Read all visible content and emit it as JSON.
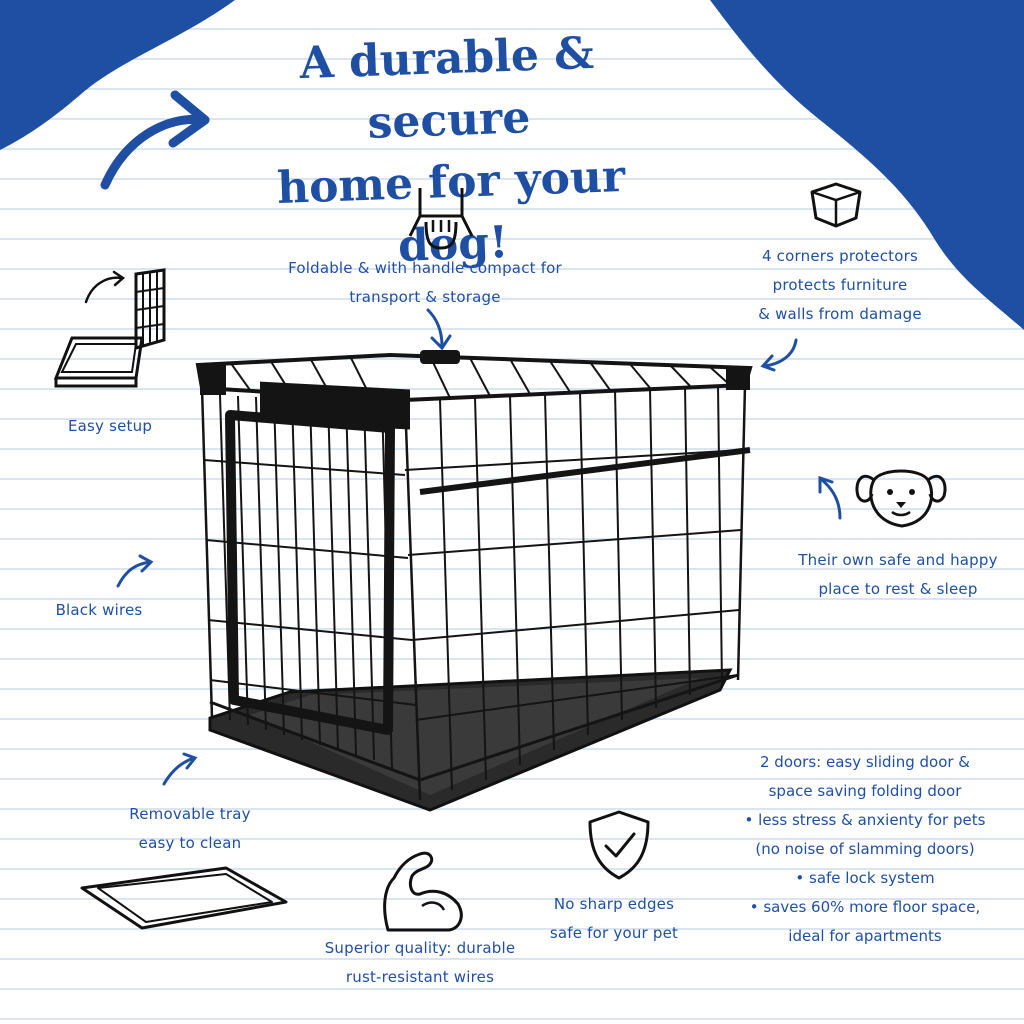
{
  "colors": {
    "brand_blue": "#1f4fa3",
    "line_blue": "#dbe5f1",
    "crate_black": "#141414"
  },
  "headline": {
    "line1": "A durable & secure",
    "line2": "home for your dog!"
  },
  "callouts": {
    "foldable": {
      "line1": "Foldable & with handle compact for",
      "line2": "transport & storage"
    },
    "corners": {
      "line1": "4 corners protectors",
      "line2": "protects furniture",
      "line3": "& walls from damage"
    },
    "easy_setup": "Easy setup",
    "safe_place": {
      "line1": "Their own safe and happy",
      "line2": "place to rest & sleep"
    },
    "black_wires": "Black wires",
    "tray": {
      "line1": "Removable tray",
      "line2": "easy to clean"
    },
    "doors": {
      "lines": [
        "2 doors: easy sliding door &",
        "space saving folding door",
        "• less stress & anxienty for pets",
        "(no noise of slamming doors)",
        "• safe lock system",
        "• saves 60% more floor space,",
        "ideal for apartments"
      ]
    },
    "quality": {
      "line1": "Superior quality: durable",
      "line2": "rust-resistant wires"
    },
    "edges": {
      "line1": "No sharp edges",
      "line2": "safe for your pet"
    }
  },
  "icons": {
    "handle": "hand-grip-icon",
    "corner": "corner-protector-icon",
    "setup": "folding-crate-icon",
    "dog": "dog-face-icon",
    "tray": "tray-icon",
    "muscle": "flexed-arm-icon",
    "shield": "shield-check-icon"
  }
}
